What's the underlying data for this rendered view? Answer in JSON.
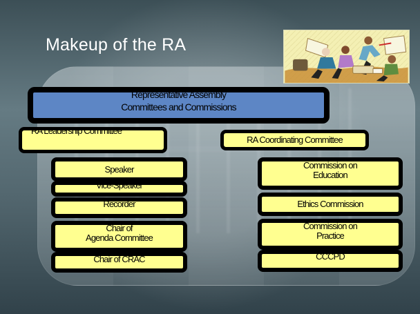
{
  "slide": {
    "title": "Makeup of the RA",
    "illustration_name": "meeting-people-illustration"
  },
  "org_chart": {
    "main": "Representative Assembly\nCommittees and Commissions",
    "left_group": {
      "title": "RA Leadership Committee",
      "items": [
        "Speaker",
        "Vice-Speaker",
        "Recorder",
        "Chair of\nAgenda Committee",
        "Chair of CRAC"
      ]
    },
    "right_group": {
      "title": "RA Coordinating Committee",
      "items": [
        "Commission on\nEducation",
        "Ethics Commission",
        "Commission on\nPractice",
        "CCCPD"
      ]
    }
  },
  "colors": {
    "blue_box": "#5d86c5",
    "yellow_box": "#ffff90",
    "border": "#000000",
    "title": "#ffffff"
  }
}
